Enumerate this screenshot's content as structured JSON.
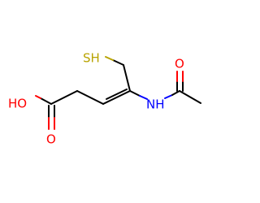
{
  "atoms": {
    "thiol": "SH",
    "acid_oh": "HO",
    "acid_o": "O",
    "amide_nh": "NH",
    "amide_o": "O"
  },
  "colors": {
    "bond": "#000000",
    "oxygen": "#ff0000",
    "nitrogen": "#0000ff",
    "sulfur": "#b8a300"
  }
}
